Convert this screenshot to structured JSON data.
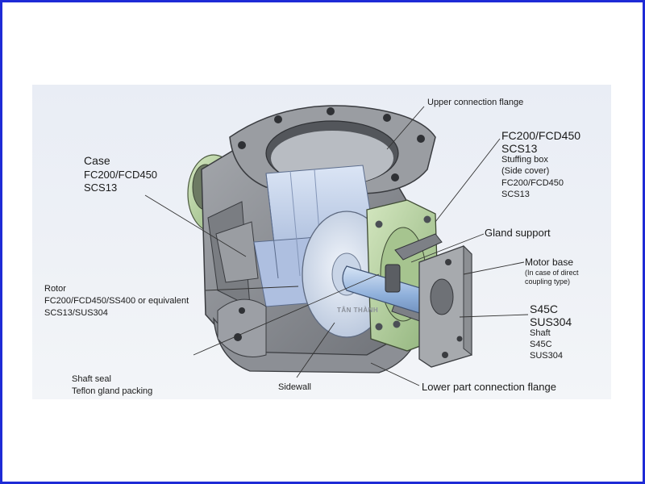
{
  "labels": {
    "upper_flange": "Upper connection flange",
    "case_title": "Case",
    "case_mat1": "FC200/FCD450",
    "case_mat2": "SCS13",
    "stuffing_mat1": "FC200/FCD450",
    "stuffing_mat2": "SCS13",
    "stuffing_title1": "Stuffing box",
    "stuffing_title2": "(Side cover)",
    "stuffing_mat3": "FC200/FCD450",
    "stuffing_mat4": "SCS13",
    "gland_support": "Gland support",
    "motor_base": "Motor base",
    "motor_note1": "(In case of direct",
    "motor_note2": "coupling type)",
    "rotor_title": "Rotor",
    "rotor_mat1": "FC200/FCD450/SS400 or equivalent",
    "rotor_mat2": "SCS13/SUS304",
    "shaft_mat1": "S45C",
    "shaft_mat2": "SUS304",
    "shaft_title": "Shaft",
    "shaft_mat3": "S45C",
    "shaft_mat4": "SUS304",
    "shaft_seal_title": "Shaft seal",
    "shaft_seal_mat": "Teflon gland packing",
    "sidewall": "Sidewall",
    "lower_flange": "Lower part connection flange"
  },
  "watermark": "TÂN THÀNH",
  "colors": {
    "frame": "#1e2bd6",
    "casing": "#8a8d93",
    "side_cover": "#b9d3a3",
    "rotor_blade": "#c7d6ef",
    "shaft": "#a9c4e6"
  }
}
